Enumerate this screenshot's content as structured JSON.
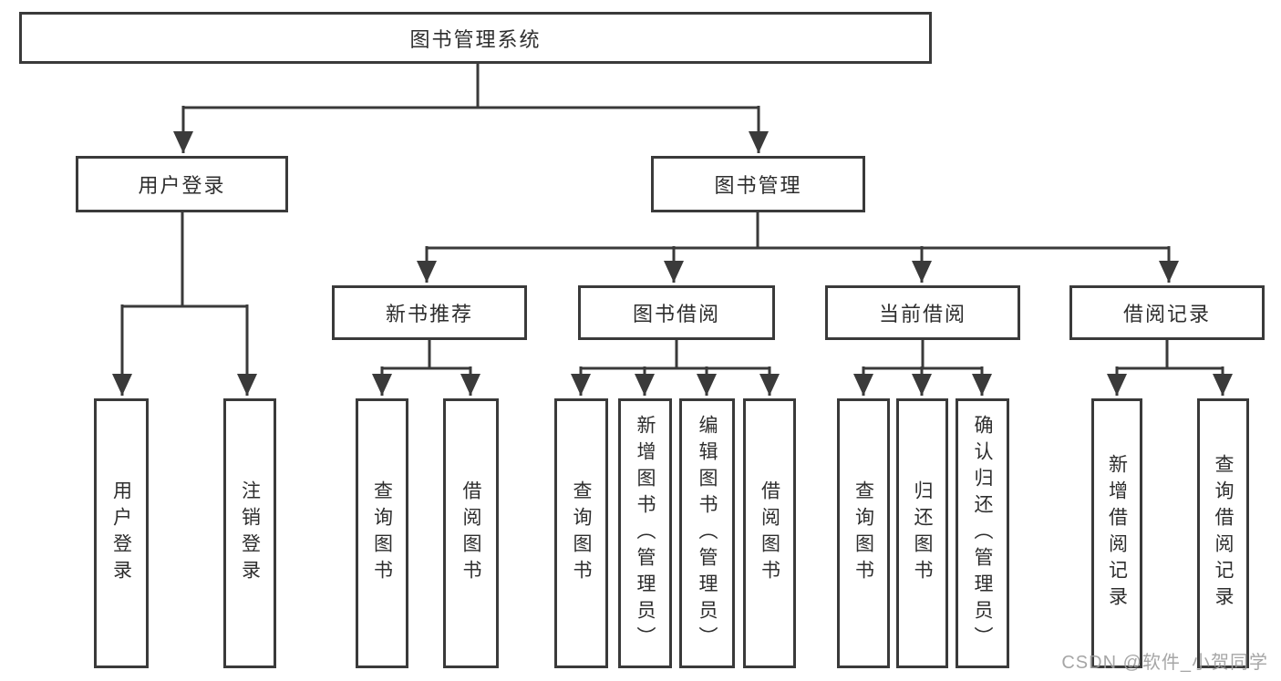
{
  "diagram": {
    "root": {
      "label": "图书管理系统"
    },
    "level2": [
      {
        "label": "用户登录"
      },
      {
        "label": "图书管理"
      }
    ],
    "level3": [
      {
        "label": "新书推荐",
        "parent": "图书管理"
      },
      {
        "label": "图书借阅",
        "parent": "图书管理"
      },
      {
        "label": "当前借阅",
        "parent": "图书管理"
      },
      {
        "label": "借阅记录",
        "parent": "图书管理"
      }
    ],
    "leaves": [
      {
        "label": "用户登录",
        "parent": "用户登录"
      },
      {
        "label": "注销登录",
        "parent": "用户登录"
      },
      {
        "label": "查询图书",
        "parent": "新书推荐"
      },
      {
        "label": "借阅图书",
        "parent": "新书推荐"
      },
      {
        "label": "查询图书",
        "parent": "图书借阅"
      },
      {
        "label": "新增图书（管理员）",
        "parent": "图书借阅"
      },
      {
        "label": "编辑图书（管理员）",
        "parent": "图书借阅"
      },
      {
        "label": "借阅图书",
        "parent": "图书借阅"
      },
      {
        "label": "查询图书",
        "parent": "当前借阅"
      },
      {
        "label": "归还图书",
        "parent": "当前借阅"
      },
      {
        "label": "确认归还（管理员）",
        "parent": "当前借阅"
      },
      {
        "label": "新增借阅记录",
        "parent": "借阅记录"
      },
      {
        "label": "查询借阅记录",
        "parent": "借阅记录"
      }
    ]
  },
  "watermark": {
    "text": "CSDN @软件_小贺同学"
  },
  "colors": {
    "line": "#3a3a3a",
    "text": "#2e2e2e",
    "watermark": "#9e9e9e",
    "background": "#ffffff"
  }
}
